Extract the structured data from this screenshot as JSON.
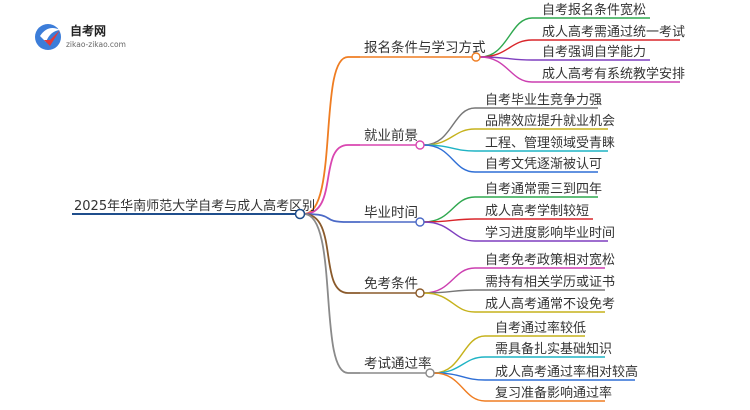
{
  "logo": {
    "name": "自考网",
    "url": "zikao-zikao.com",
    "colors": {
      "blue": "#3c7dd9",
      "red": "#e23a3a"
    }
  },
  "root": {
    "label": "2025年华南师范大学自考与成人高考区别",
    "color": "#1f4e8c"
  },
  "branches": [
    {
      "label": "报名条件与学习方式",
      "color": "#ef7d22",
      "leaves": [
        {
          "label": "自考报名条件宽松",
          "color": "#2fa84f"
        },
        {
          "label": "成人高考需通过统一考试",
          "color": "#d9262b"
        },
        {
          "label": "自考强调自学能力",
          "color": "#7f3fbf"
        },
        {
          "label": "成人高考有系统教学安排",
          "color": "#cc3fb0"
        }
      ]
    },
    {
      "label": "就业前景",
      "color": "#d946b0",
      "leaves": [
        {
          "label": "自考毕业生竞争力强",
          "color": "#777777"
        },
        {
          "label": "品牌效应提升就业机会",
          "color": "#c6b21c"
        },
        {
          "label": "工程、管理领域受青睐",
          "color": "#1fb3c4"
        },
        {
          "label": "自考文凭逐渐被认可",
          "color": "#2f6fd6"
        }
      ]
    },
    {
      "label": "毕业时间",
      "color": "#4b69c6",
      "leaves": [
        {
          "label": "自考通常需三到四年",
          "color": "#2fa84f"
        },
        {
          "label": "成人高考学制较短",
          "color": "#d9262b"
        },
        {
          "label": "学习进度影响毕业时间",
          "color": "#7f3fbf"
        }
      ]
    },
    {
      "label": "免考条件",
      "color": "#8a5a2b",
      "leaves": [
        {
          "label": "自考免考政策相对宽松",
          "color": "#cc3fb0"
        },
        {
          "label": "需持有相关学历或证书",
          "color": "#777777"
        },
        {
          "label": "成人高考通常不设免考",
          "color": "#c6b21c"
        }
      ]
    },
    {
      "label": "考试通过率",
      "color": "#8a8a8a",
      "leaves": [
        {
          "label": "自考通过率较低",
          "color": "#c6b21c"
        },
        {
          "label": "需具备扎实基础知识",
          "color": "#1fb3c4"
        },
        {
          "label": "成人高考通过率相对较高",
          "color": "#2f6fd6"
        },
        {
          "label": "复习准备影响通过率",
          "color": "#ef7d22"
        }
      ]
    }
  ]
}
